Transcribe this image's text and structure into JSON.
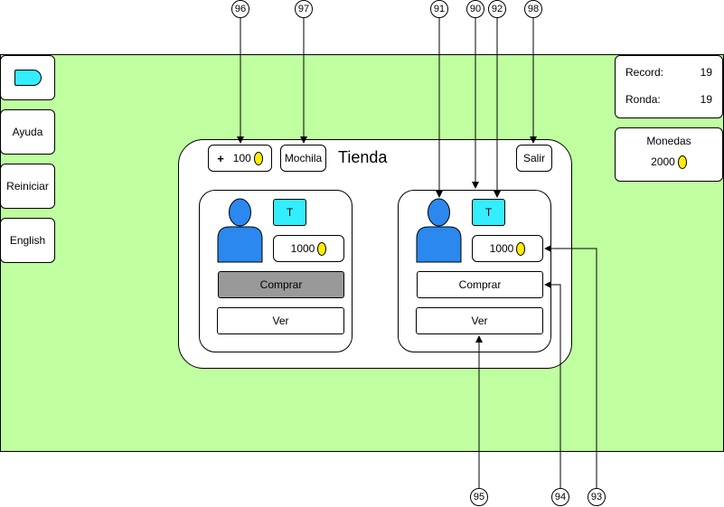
{
  "sidebar": {
    "items": [
      {
        "label": "Ayuda"
      },
      {
        "label": "Reiniciar"
      },
      {
        "label": "English"
      }
    ]
  },
  "stats": {
    "record_label": "Record:",
    "record_value": "19",
    "round_label": "Ronda:",
    "round_value": "19"
  },
  "coins_panel": {
    "title": "Monedas",
    "value": "2000"
  },
  "shop": {
    "title": "Tienda",
    "add_coins_plus": "+",
    "add_coins_value": "100",
    "backpack_label": "Mochila",
    "exit_label": "Salir",
    "cards": [
      {
        "chip": "T",
        "price": "1000",
        "buy_label": "Comprar",
        "view_label": "Ver",
        "buy_disabled": true
      },
      {
        "chip": "T",
        "price": "1000",
        "buy_label": "Comprar",
        "view_label": "Ver",
        "buy_disabled": false
      }
    ]
  },
  "callouts": [
    "96",
    "97",
    "91",
    "90",
    "92",
    "98",
    "95",
    "94",
    "93"
  ],
  "colors": {
    "background": "#bfff9f",
    "chip": "#33eeff",
    "avatar": "#2a88ee",
    "coin": "#ffee00",
    "disabled_button": "#999999"
  }
}
